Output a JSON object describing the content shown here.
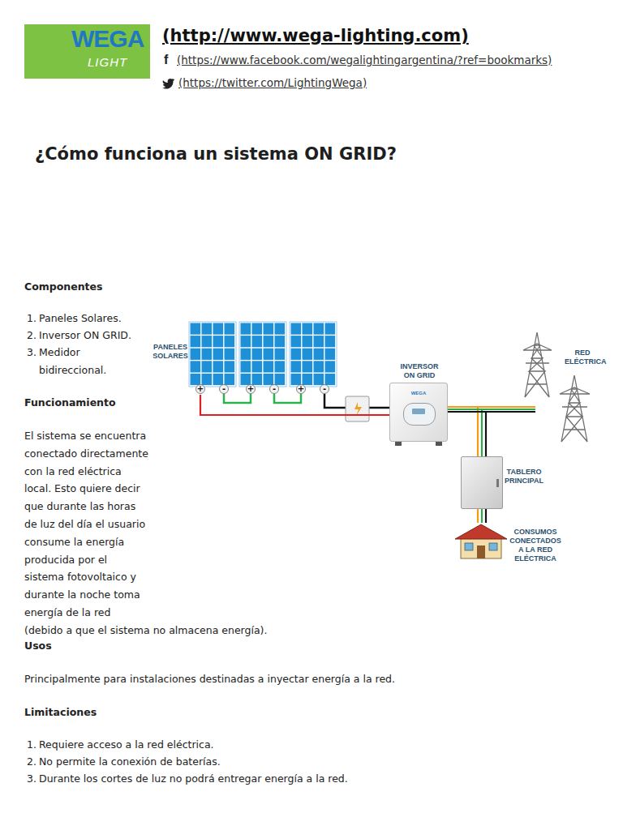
{
  "diagram": {
    "title": "¿Cómo funciona un sistema ON GRID?",
    "nodes": [
      {
        "text": [
          "PANELES SOLARES"
        ]
      },
      {
        "text": [
          "INVERSOR ON GRID",
          "WEGA"
        ]
      },
      {
        "text": [
          "RED ELÉCTRICA"
        ]
      },
      {
        "text": [
          "TABLERO PRINCIPAL"
        ]
      },
      {
        "text": [
          "CONSUMOS CONECTADOS A LA RED ELÉCTRICA"
        ]
      }
    ],
    "edges": [
      {
        "from": 0,
        "to": 1,
        "arrow": "none"
      },
      {
        "from": 1,
        "to": 2,
        "arrow": "none"
      },
      {
        "from": 1,
        "to": 3,
        "arrow": "none"
      },
      {
        "from": 3,
        "to": 4,
        "arrow": "none"
      }
    ],
    "labels": [
      "WEGA",
      "LIGHT",
      "(http://www.wega-lighting.com)",
      "f",
      "(https://www.facebook.com/wegalightingargentina/?ref=bookmarks)",
      "(https://twitter.com/LightingWega)",
      "Componentes",
      "1.",
      "Paneles Solares.",
      "2.",
      "Inversor ON GRID.",
      "3.",
      "Medidor bidireccional.",
      "Funcionamiento",
      "El sistema se encuentra conectado directamente con la red eléctrica local. Esto quiere decir que durante las horas de luz del día el usuario consume la energía producida por el sistema fotovoltaico y durante la noche toma energía de la red (debido a que el sistema no almacena energía).",
      "Usos",
      "Principalmente para instalaciones destinadas a inyectar energía a la red.",
      "Limitaciones",
      "1.",
      "Requiere acceso a la red eléctrica.",
      "2.",
      "No permite la conexión de baterías.",
      "3.",
      "Durante los cortes de luz no podrá entregar energía a la red.",
      "+",
      "-",
      "+",
      "-",
      "+",
      "-"
    ]
  }
}
